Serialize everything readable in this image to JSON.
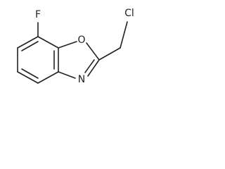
{
  "molecule": {
    "atoms": {
      "fluorine": "F",
      "oxygen": "O",
      "nitrogen": "N",
      "chlorine": "Cl"
    }
  },
  "colors": {
    "bond": "#222222",
    "label": "#222222",
    "background": "#ffffff"
  }
}
